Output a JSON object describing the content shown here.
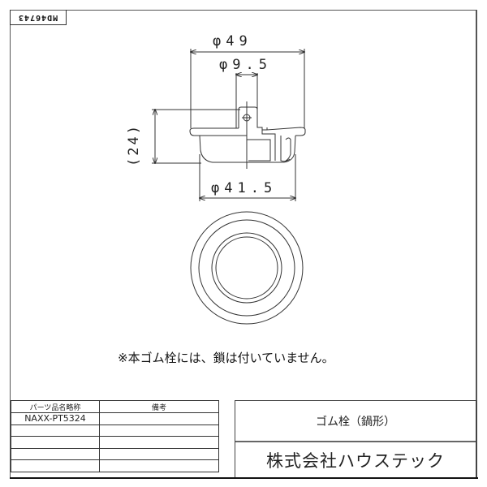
{
  "drawing": {
    "code": "MD46743",
    "dimensions": {
      "outer_diameter": "φ49",
      "stem_diameter": "φ9.5",
      "height": "(24)",
      "bottom_diameter": "φ41.5"
    },
    "note": "※本ゴム栓には、鎖は付いていません。"
  },
  "parts_table": {
    "headers": [
      "パーツ品名略称",
      "備考"
    ],
    "rows": [
      [
        "NAXX-PT5324",
        ""
      ],
      [
        "",
        ""
      ],
      [
        "",
        ""
      ],
      [
        "",
        ""
      ],
      [
        "",
        ""
      ]
    ]
  },
  "title_block": {
    "product_name": "ゴム栓（鍋形）",
    "company": "株式会社ハウステック"
  }
}
